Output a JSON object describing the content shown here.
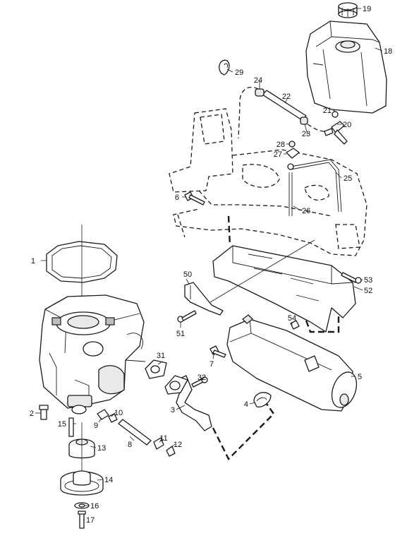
{
  "diagram": {
    "callouts": [
      {
        "id": "c1",
        "text": "1"
      },
      {
        "id": "c2",
        "text": "2"
      },
      {
        "id": "c3",
        "text": "3"
      },
      {
        "id": "c4",
        "text": "4"
      },
      {
        "id": "c5",
        "text": "5"
      },
      {
        "id": "c6",
        "text": "6"
      },
      {
        "id": "c7",
        "text": "7"
      },
      {
        "id": "c8",
        "text": "8"
      },
      {
        "id": "c9",
        "text": "9"
      },
      {
        "id": "c10",
        "text": "10"
      },
      {
        "id": "c11",
        "text": "11"
      },
      {
        "id": "c12",
        "text": "12"
      },
      {
        "id": "c13",
        "text": "13"
      },
      {
        "id": "c14",
        "text": "14"
      },
      {
        "id": "c15",
        "text": "15"
      },
      {
        "id": "c16",
        "text": "16"
      },
      {
        "id": "c17",
        "text": "17"
      },
      {
        "id": "c18",
        "text": "18"
      },
      {
        "id": "c19",
        "text": "19"
      },
      {
        "id": "c20",
        "text": "20"
      },
      {
        "id": "c21",
        "text": "21"
      },
      {
        "id": "c22",
        "text": "22"
      },
      {
        "id": "c23",
        "text": "23"
      },
      {
        "id": "c24",
        "text": "24"
      },
      {
        "id": "c25",
        "text": "25"
      },
      {
        "id": "c26",
        "text": "26"
      },
      {
        "id": "c27",
        "text": "27"
      },
      {
        "id": "c28",
        "text": "28"
      },
      {
        "id": "c29",
        "text": "29"
      },
      {
        "id": "c31",
        "text": "31"
      },
      {
        "id": "c32",
        "text": "32"
      },
      {
        "id": "c50",
        "text": "50"
      },
      {
        "id": "c51",
        "text": "51"
      },
      {
        "id": "c52",
        "text": "52"
      },
      {
        "id": "c53",
        "text": "53"
      },
      {
        "id": "c54",
        "text": "54"
      }
    ],
    "colors": {
      "line": "#1a1a1a",
      "fill": "#ffffff",
      "shade": "#e9e9e9"
    }
  }
}
